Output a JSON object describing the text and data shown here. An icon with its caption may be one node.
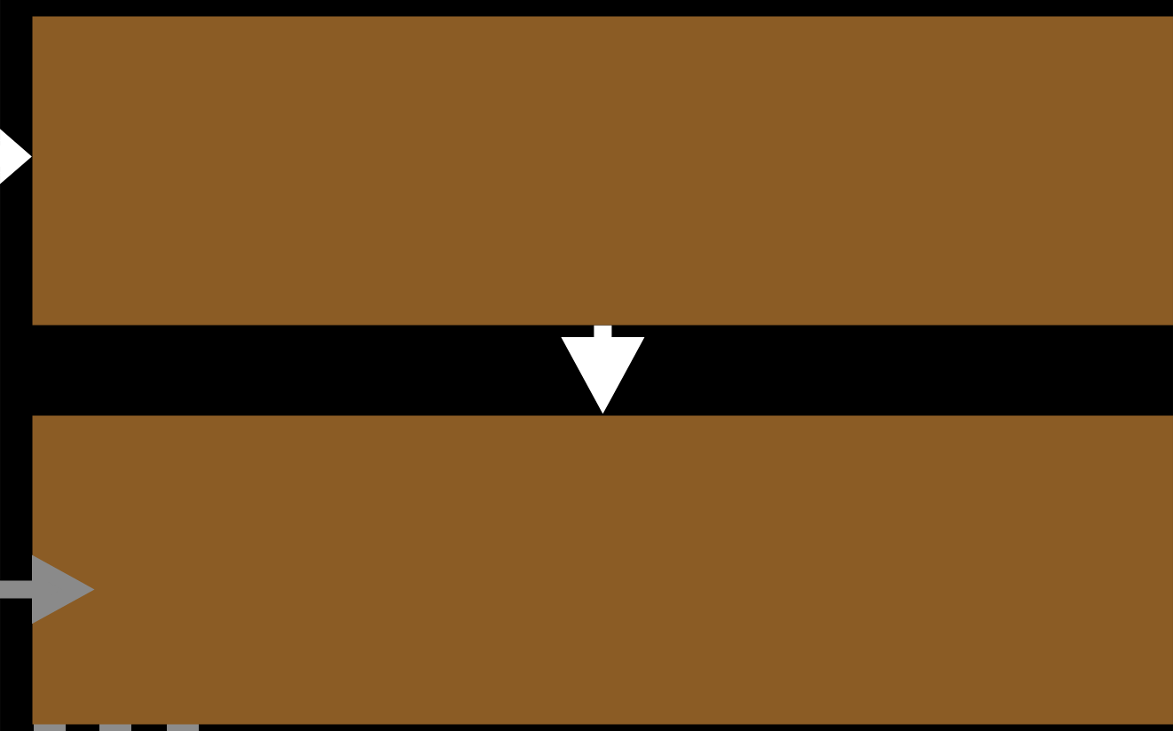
{
  "diagram": {
    "nodes": [
      {
        "text": [],
        "shape": "box"
      },
      {
        "text": [],
        "shape": "box"
      }
    ],
    "edges": [
      {
        "from": 0,
        "to": 1,
        "arrow": "to"
      },
      {
        "from": null,
        "to": 0,
        "arrow": "to"
      },
      {
        "from": null,
        "to": 1,
        "arrow": "to",
        "color": "#8a8a8a"
      }
    ]
  }
}
